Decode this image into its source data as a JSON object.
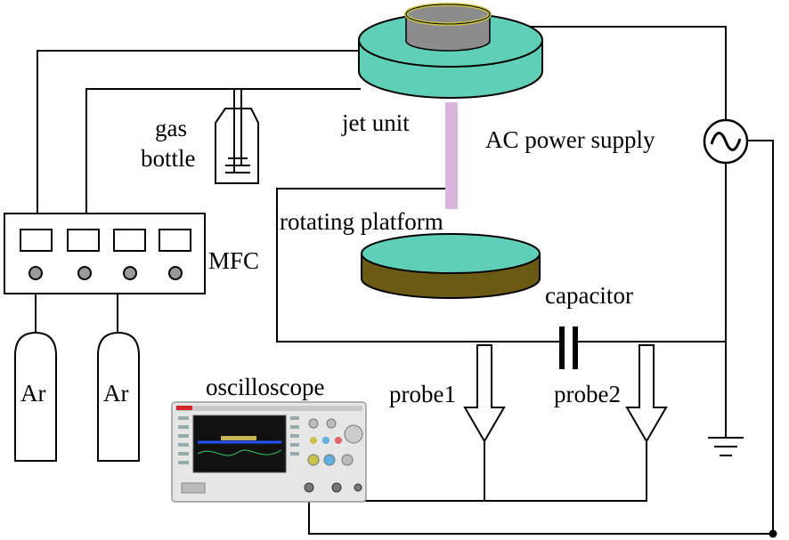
{
  "labels": {
    "gas_bottle_line1": "gas",
    "gas_bottle_line2": "bottle",
    "jet_unit": "jet unit",
    "ac_power_supply": "AC power supply",
    "rotating_platform": "rotating platform",
    "mfc": "MFC",
    "capacitor": "capacitor",
    "ar_left": "Ar",
    "ar_right": "Ar",
    "oscilloscope": "oscilloscope",
    "probe1": "probe1",
    "probe2": "probe2"
  },
  "colors": {
    "jet_unit_body": "#5fcfb8",
    "electrode": "#8c8c8c",
    "electrode_rim": "#c9c24a",
    "plasma_jet": "#d9b6dd",
    "platform_top": "#5fcfb8",
    "platform_side": "#6b5a14",
    "wire": "#000000"
  },
  "icons": {
    "power_source": "ac-source-icon",
    "ground": "ground-icon",
    "capacitor": "capacitor-icon"
  }
}
